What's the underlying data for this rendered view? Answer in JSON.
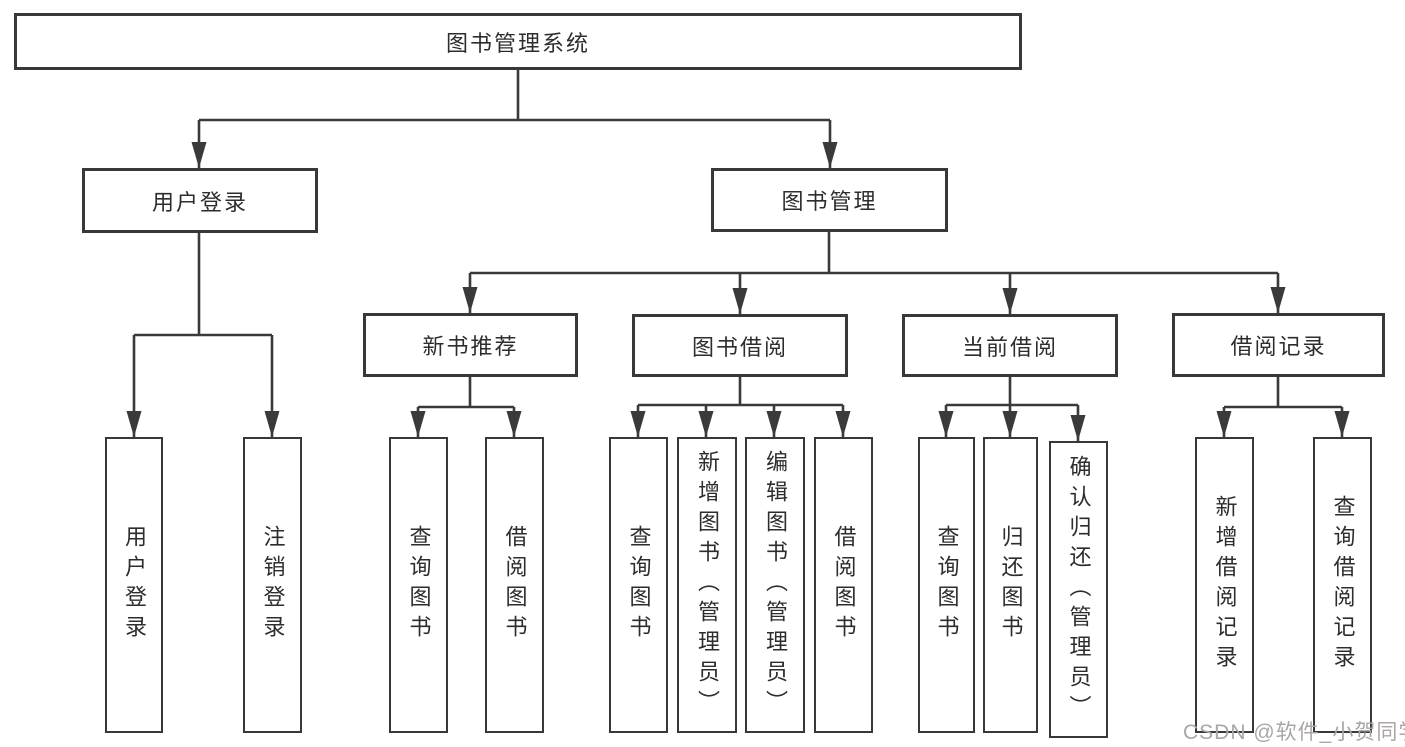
{
  "diagram": {
    "root": {
      "label": "图书管理系统"
    },
    "branches": [
      {
        "label": "用户登录",
        "children": [
          {
            "label": "用户登录"
          },
          {
            "label": "注销登录"
          }
        ]
      },
      {
        "label": "图书管理",
        "children": [
          {
            "label": "新书推荐",
            "children": [
              {
                "label": "查询图书"
              },
              {
                "label": "借阅图书"
              }
            ]
          },
          {
            "label": "图书借阅",
            "children": [
              {
                "label": "查询图书"
              },
              {
                "label": "新增图书（管理员）"
              },
              {
                "label": "编辑图书（管理员）"
              },
              {
                "label": "借阅图书"
              }
            ]
          },
          {
            "label": "当前借阅",
            "children": [
              {
                "label": "查询图书"
              },
              {
                "label": "归还图书"
              },
              {
                "label": "确认归还（管理员）"
              }
            ]
          },
          {
            "label": "借阅记录",
            "children": [
              {
                "label": "新增借阅记录"
              },
              {
                "label": "查询借阅记录"
              }
            ]
          }
        ]
      }
    ]
  },
  "watermark": {
    "text": "CSDN @软件_小贺同学"
  },
  "colors": {
    "line": "#3a3a3a",
    "border": "#383838",
    "text": "#2d2d2d",
    "background": "#ffffff",
    "watermark": "#aaa6a6"
  }
}
